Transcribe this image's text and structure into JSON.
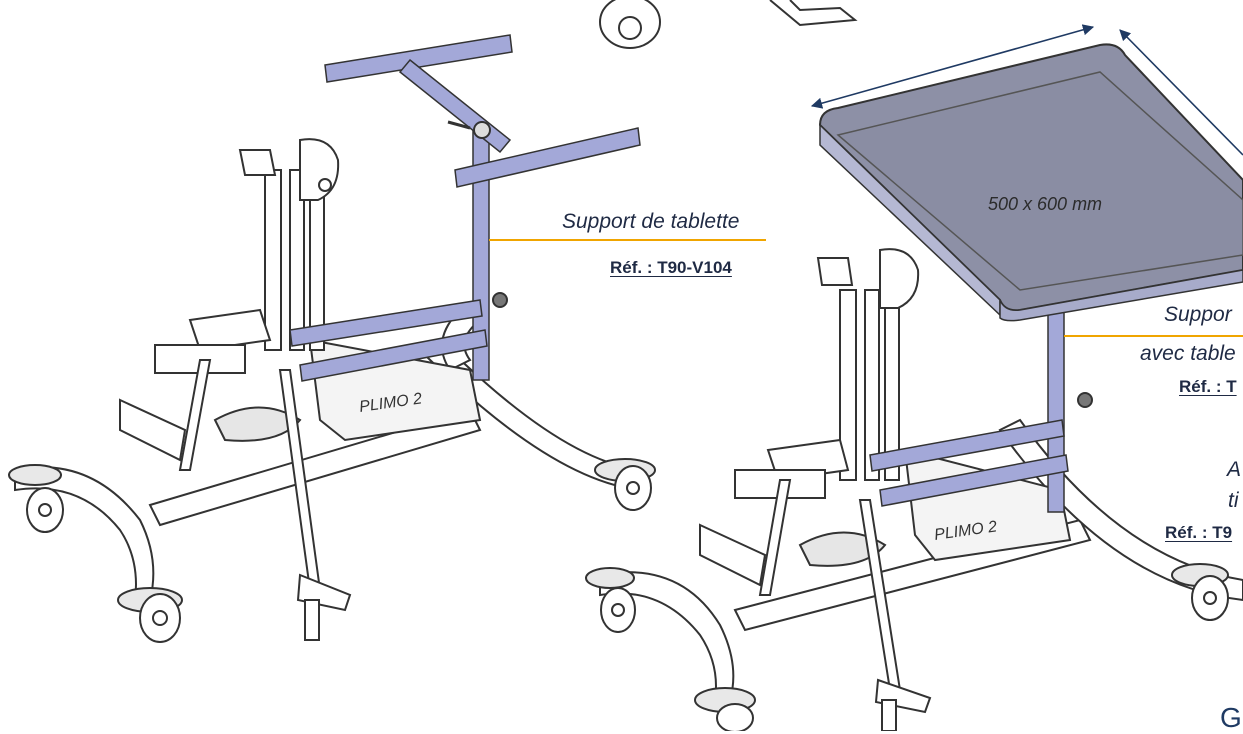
{
  "left_callout": {
    "name": "Support de tablette",
    "ref": "Réf. : T90-V104"
  },
  "tray": {
    "dimension": "500 x 600 mm"
  },
  "right_callout": {
    "name_line1": "Suppor",
    "name_line2": "avec table",
    "ref": "Réf. : T"
  },
  "right_callout_2": {
    "line1": "A",
    "line2": "ti",
    "ref": "Réf. : T9"
  },
  "corner_mark": "G",
  "colors": {
    "leader": "#f0a500",
    "arrow": "#1f3a63",
    "text": "#1f2a44",
    "tube_purple": "#a3a8d8",
    "tray_fill": "#8d90a6"
  }
}
